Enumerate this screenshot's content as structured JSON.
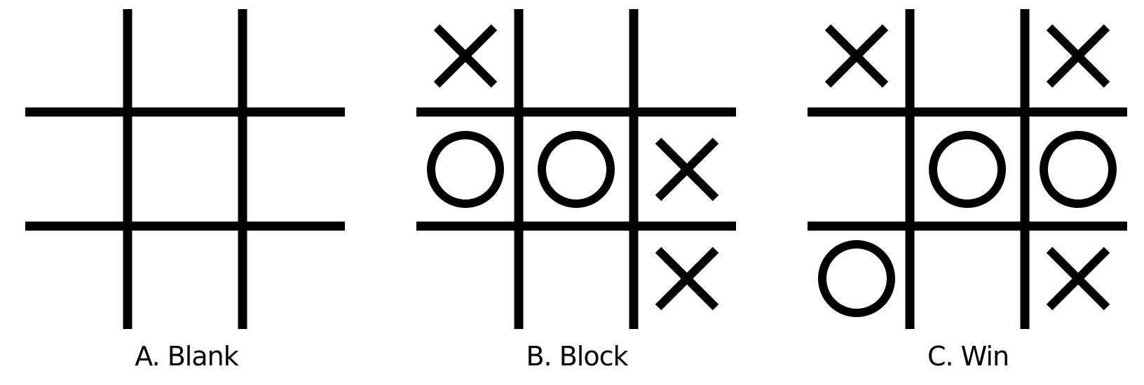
{
  "colors": {
    "background": "#ffffff",
    "ink": "#000000"
  },
  "boards": [
    {
      "caption": "A. Blank",
      "cells": [
        [
          "",
          "",
          ""
        ],
        [
          "",
          "",
          ""
        ],
        [
          "",
          "",
          ""
        ]
      ]
    },
    {
      "caption": "B. Block",
      "cells": [
        [
          "X",
          "",
          ""
        ],
        [
          "O",
          "O",
          "X"
        ],
        [
          "",
          "",
          "X"
        ]
      ]
    },
    {
      "caption": "C. Win",
      "cells": [
        [
          "X",
          "",
          "X"
        ],
        [
          "",
          "O",
          "O"
        ],
        [
          "O",
          "",
          "X"
        ]
      ]
    }
  ]
}
